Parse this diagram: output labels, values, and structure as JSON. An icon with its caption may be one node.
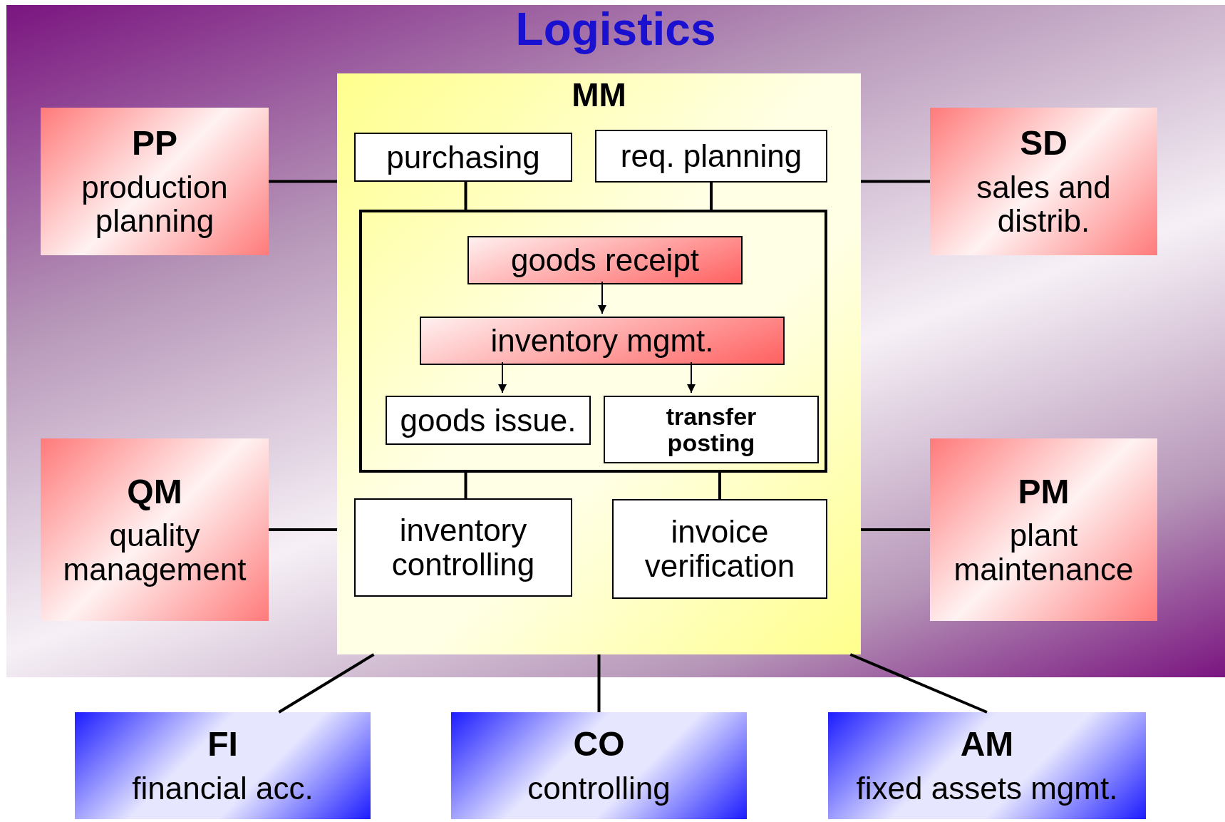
{
  "diagram": {
    "nodes": [
      {
        "text": [
          "Logistics"
        ]
      },
      {
        "text": [
          "PP",
          "production planning"
        ],
        "in": 0
      },
      {
        "text": [
          "MM"
        ],
        "in": 0
      },
      {
        "text": [
          "purchasing"
        ],
        "in": 2
      },
      {
        "text": [
          "req. planning"
        ],
        "in": 2
      },
      {
        "text": [],
        "shape": "box",
        "in": 2
      },
      {
        "text": [
          "goods receipt"
        ],
        "in": 5
      },
      {
        "text": [
          "inventory mgmt."
        ],
        "in": 5
      },
      {
        "text": [
          "goods issue."
        ],
        "in": 5
      },
      {
        "text": [
          "transfer posting"
        ],
        "in": 5
      },
      {
        "text": [
          "inventory controlling"
        ],
        "in": 2
      },
      {
        "text": [
          "invoice verification"
        ],
        "in": 2
      },
      {
        "text": [
          "SD",
          "sales and distrib."
        ],
        "in": 0
      },
      {
        "text": [
          "QM",
          "quality management"
        ],
        "in": 0
      },
      {
        "text": [
          "PM",
          "plant maintenance"
        ],
        "in": 0
      },
      {
        "text": [
          "FI",
          "financial acc."
        ]
      },
      {
        "text": [
          "CO",
          "controlling"
        ]
      },
      {
        "text": [
          "AM",
          "fixed assets mgmt."
        ]
      }
    ],
    "edges": [
      {
        "from": 1,
        "to": 2,
        "arrow": "none"
      },
      {
        "from": 2,
        "to": 12,
        "arrow": "none"
      },
      {
        "from": 3,
        "to": 5,
        "arrow": "none"
      },
      {
        "from": 4,
        "to": 5,
        "arrow": "none"
      },
      {
        "from": 6,
        "to": 7,
        "arrow": "to"
      },
      {
        "from": 7,
        "to": 8,
        "arrow": "to"
      },
      {
        "from": 7,
        "to": 9,
        "arrow": "to"
      },
      {
        "from": 5,
        "to": 10,
        "arrow": "none"
      },
      {
        "from": 5,
        "to": 11,
        "arrow": "none"
      },
      {
        "from": 13,
        "to": 2,
        "arrow": "none"
      },
      {
        "from": 2,
        "to": 14,
        "arrow": "none"
      },
      {
        "from": 2,
        "to": 15,
        "arrow": "none"
      },
      {
        "from": 2,
        "to": 16,
        "arrow": "none"
      },
      {
        "from": 2,
        "to": 17,
        "arrow": "none"
      }
    ]
  }
}
